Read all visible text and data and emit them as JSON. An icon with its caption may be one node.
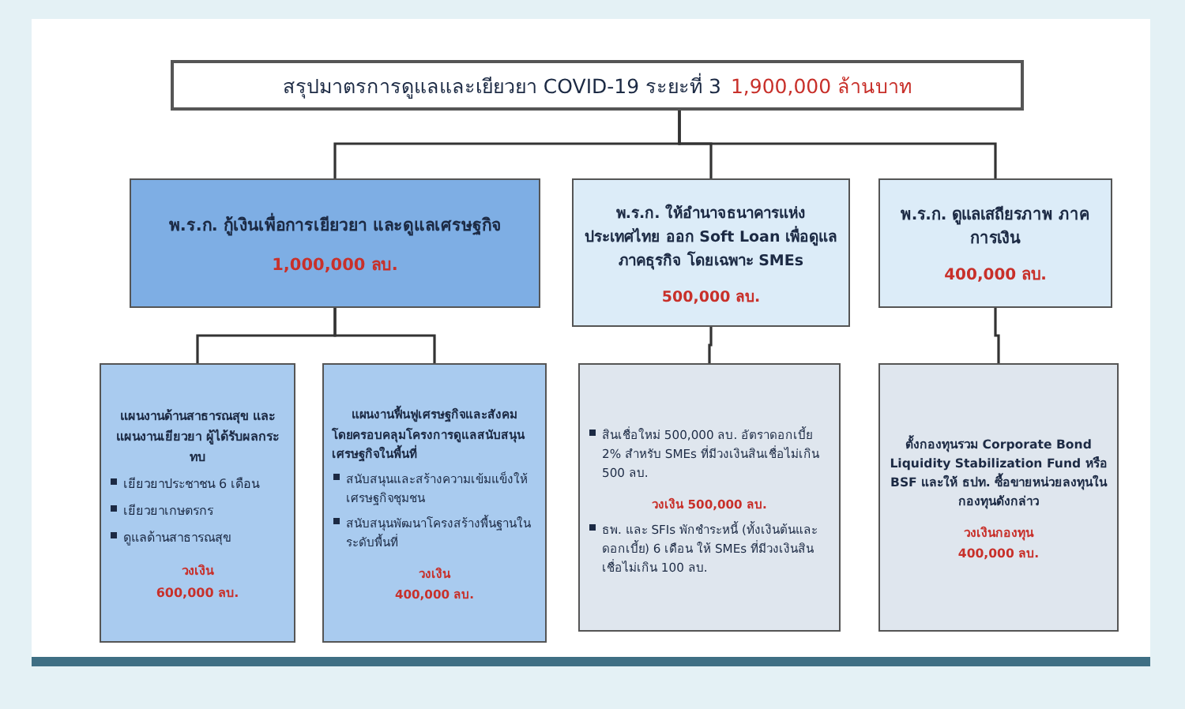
{
  "diagram": {
    "nodes": [
      {
        "text": [
          "สรุปมาตรการดูแลและเยียวยา COVID-19 ระยะที่ 3",
          "1,900,000 ล้านบาท"
        ]
      },
      {
        "text": [
          "พ.ร.ก. กู้เงินเพื่อการเยียวยา และดูแลเศรษฐกิจ",
          "1,000,000 ลบ."
        ]
      },
      {
        "text": [
          "พ.ร.ก. ให้อำนาจธนาคารแห่งประเทศไทย ออก Soft Loan เพื่อดูแลภาคธุรกิจ โดยเฉพาะ SMEs",
          "500,000 ลบ."
        ]
      },
      {
        "text": [
          "พ.ร.ก. ดูแลเสถียรภาพ ภาคการเงิน",
          "400,000 ลบ."
        ]
      },
      {
        "text": [
          "แผนงานด้านสาธารณสุข และแผนงานเยียวยา ผู้ได้รับผลกระทบ",
          "เยียวยาประชาชน 6 เดือน",
          "เยียวยาเกษตรกร",
          "ดูแลด้านสาธารณสุข",
          "วงเงิน",
          "600,000 ลบ."
        ]
      },
      {
        "text": [
          "แผนงานฟื้นฟูเศรษฐกิจและสังคม",
          "โดยครอบคลุมโครงการดูแลสนับสนุนเศรษฐกิจในพื้นที่",
          "สนับสนุนและสร้างความเข้มแข็งให้เศรษฐกิจชุมชน",
          "สนับสนุนพัฒนาโครงสร้างพื้นฐานในระดับพื้นที่",
          "วงเงิน",
          "400,000 ลบ."
        ]
      },
      {
        "text": [
          "สินเชื่อใหม่ 500,000 ลบ. อัตราดอกเบี้ย 2% สำหรับ SMEs ที่มีวงเงินสินเชื่อไม่เกิน 500 ลบ.",
          "วงเงิน 500,000 ลบ.",
          "ธพ. และ SFIs พักชำระหนี้ (ทั้งเงินต้นและดอกเบี้ย) 6 เดือน ให้ SMEs ที่มีวงเงินสินเชื่อไม่เกิน 100 ลบ."
        ]
      },
      {
        "text": [
          "ตั้งกองทุนรวม Corporate Bond Liquidity Stabilization Fund หรือ BSF และให้ ธปท. ซื้อขายหน่วยลงทุนในกองทุนดังกล่าว",
          "วงเงินกองทุน",
          "400,000 ลบ."
        ]
      }
    ],
    "edges": [
      {
        "from": 0,
        "to": 1,
        "arrow": "none"
      },
      {
        "from": 0,
        "to": 2,
        "arrow": "none"
      },
      {
        "from": 0,
        "to": 3,
        "arrow": "none"
      },
      {
        "from": 1,
        "to": 4,
        "arrow": "none"
      },
      {
        "from": 1,
        "to": 5,
        "arrow": "none"
      },
      {
        "from": 2,
        "to": 6,
        "arrow": "none"
      },
      {
        "from": 3,
        "to": 7,
        "arrow": "none"
      }
    ]
  }
}
